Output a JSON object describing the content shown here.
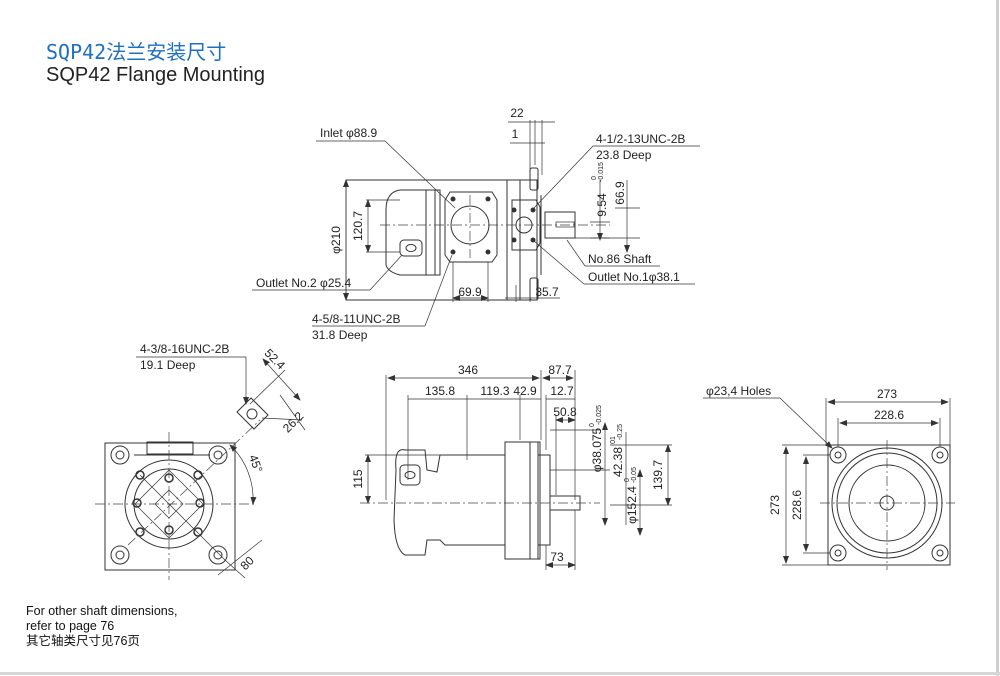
{
  "header": {
    "title_cn": "SQP42法兰安装尺寸",
    "title_en": "SQP42 Flange Mounting"
  },
  "top_view": {
    "inlet": "Inlet φ88.9",
    "outlet2": "Outlet No.2 φ25.4",
    "thread1_a": "4-5/8-11UNC-2B",
    "thread1_b": "31.8 Deep",
    "thread2_a": "4-1/2-13UNC-2B",
    "thread2_b": "23.8 Deep",
    "shaft": "No.86 Shaft",
    "outlet1": "Outlet No.1φ38.1",
    "dim_210": "φ210",
    "dim_120_7": "120.7",
    "dim_69_9": "69.9",
    "dim_35_7": "35.7",
    "dim_22": "22",
    "dim_1": "1",
    "dim_9_54": "9.54",
    "dim_9_54_tol_up": "0",
    "dim_9_54_tol_low": "-0.015",
    "dim_66_9": "66.9"
  },
  "left_view": {
    "thread_a": "4-3/8-16UNC-2B",
    "thread_b": "19.1 Deep",
    "dim_52_4": "52.4",
    "dim_26_2": "26.2",
    "angle": "45°",
    "dim_80": "80"
  },
  "side_view": {
    "dim_346": "346",
    "dim_87_7": "87.7",
    "dim_135_8": "135.8",
    "dim_119_3": "119.3",
    "dim_42_9": "42.9",
    "dim_12_7": "12.7",
    "dim_50_8": "50.8",
    "dim_115": "115",
    "dim_38_075": "φ38.075",
    "dim_38_075_tol_up": "0",
    "dim_38_075_tol_low": "-0.025",
    "dim_42_38": "42.38",
    "dim_42_38_tol_up": "01",
    "dim_42_38_tol_low": "-0.25",
    "dim_152_4": "φ152.4",
    "dim_152_4_tol_up": "0",
    "dim_152_4_tol_low": "-0.05",
    "dim_139_7": "139.7",
    "dim_73": "73"
  },
  "front_view": {
    "holes": "φ23,4 Holes",
    "dim_273_h": "273",
    "dim_228_6_h": "228.6",
    "dim_273_v": "273",
    "dim_228_6_v": "228.6"
  },
  "note": {
    "line1": "For other shaft dimensions,",
    "line2": "refer to page 76",
    "line3": "其它轴类尺寸见76页"
  },
  "colors": {
    "title_blue": "#1f6fbf",
    "line": "#333333"
  }
}
